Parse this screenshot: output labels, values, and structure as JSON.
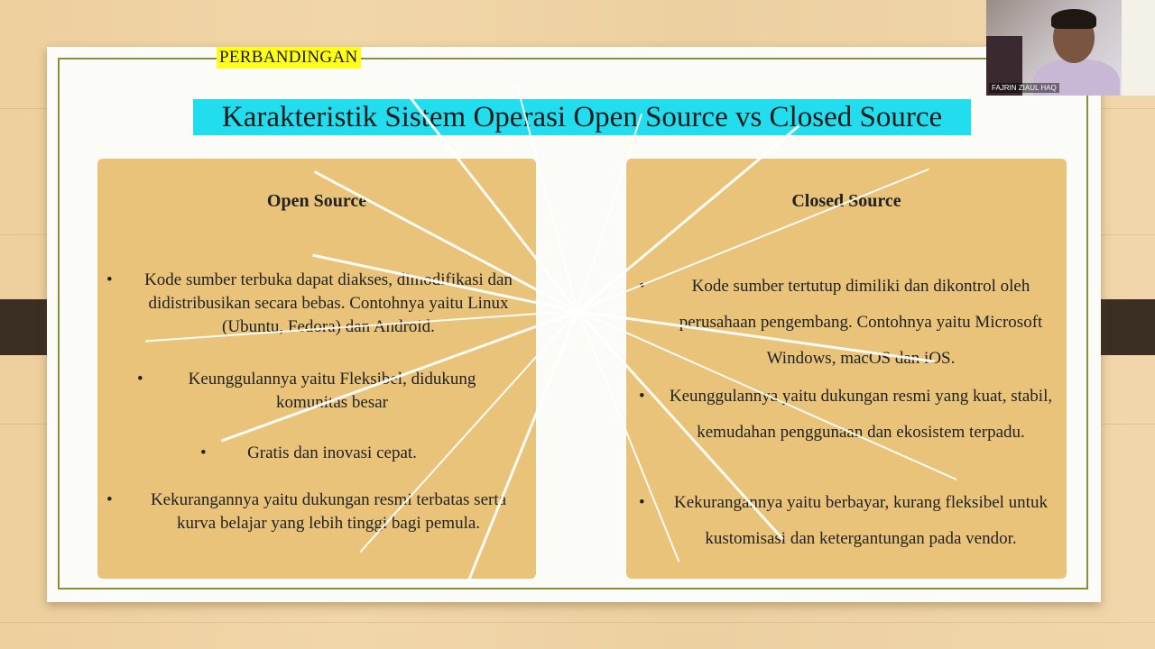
{
  "slide": {
    "tag": "PERBANDINGAN",
    "title": "Karakteristik Sistem Operasi Open Source vs Closed Source",
    "open_source": {
      "heading": "Open Source",
      "bullets": [
        "Kode sumber terbuka dapat diakses, dimodifikasi dan didistribusikan secara bebas. Contohnya yaitu Linux (Ubuntu, Fedora) dan Android.",
        "Keunggulannya yaitu  Fleksibel, didukung komunitas besar",
        "Gratis dan inovasi cepat.",
        "Kekurangannya yaitu  dukungan resmi terbatas serta kurva belajar yang lebih tinggi bagi pemula."
      ]
    },
    "closed_source": {
      "heading": "Closed Source",
      "bullets": [
        "Kode sumber tertutup dimiliki dan dikontrol oleh perusahaan pengembang. Contohnya yaitu Microsoft Windows, macOS dan iOS.",
        "Keunggulannya yaitu dukungan resmi yang kuat, stabil, kemudahan penggunaan dan ekosistem terpadu.",
        "Kekurangannya yaitu berbayar, kurang fleksibel untuk kustomisasi dan ketergantungan pada vendor."
      ]
    }
  },
  "camera": {
    "participant_name": "FAJRIN ZIAUL HAQ"
  },
  "colors": {
    "title_highlight": "#22ddee",
    "tag_highlight": "#ffff1a",
    "card": "#e8c379",
    "frame": "#8b8f3c"
  }
}
